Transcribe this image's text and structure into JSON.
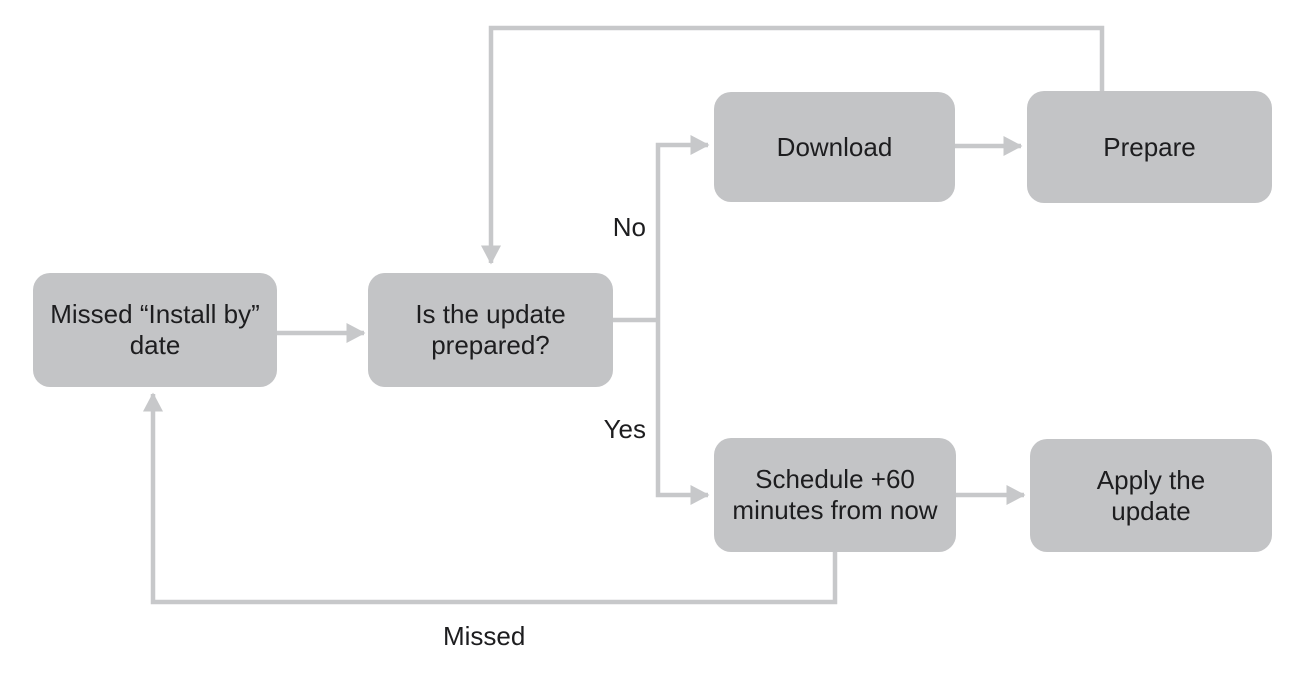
{
  "diagram": {
    "nodes": [
      {
        "name": "missed-install-by-date",
        "label": "Missed “Install by” date",
        "lines": [
          "Missed “Install by”",
          "date"
        ]
      },
      {
        "name": "is-update-prepared",
        "label": "Is the update prepared?",
        "lines": [
          "Is the update",
          "prepared?"
        ]
      },
      {
        "name": "download",
        "label": "Download",
        "lines": [
          "Download"
        ]
      },
      {
        "name": "prepare",
        "label": "Prepare",
        "lines": [
          "Prepare"
        ]
      },
      {
        "name": "schedule-plus-60",
        "label": "Schedule +60 minutes from now",
        "lines": [
          "Schedule +60",
          "minutes from now"
        ]
      },
      {
        "name": "apply-update",
        "label": "Apply the update",
        "lines": [
          "Apply the",
          "update"
        ]
      }
    ],
    "edge_labels": {
      "no": "No",
      "yes": "Yes",
      "missed": "Missed"
    },
    "edges": [
      {
        "from": "missed-install-by-date",
        "to": "is-update-prepared",
        "label": ""
      },
      {
        "from": "is-update-prepared",
        "to": "download",
        "label": "No"
      },
      {
        "from": "is-update-prepared",
        "to": "schedule-plus-60",
        "label": "Yes"
      },
      {
        "from": "download",
        "to": "prepare",
        "label": ""
      },
      {
        "from": "prepare",
        "to": "is-update-prepared",
        "label": ""
      },
      {
        "from": "schedule-plus-60",
        "to": "apply-update",
        "label": ""
      },
      {
        "from": "schedule-plus-60",
        "to": "missed-install-by-date",
        "label": "Missed"
      }
    ],
    "colors": {
      "box_fill": "#c3c4c6",
      "connector": "#c7c8ca",
      "text": "#1d1d1f",
      "canvas": "#ffffff"
    }
  }
}
